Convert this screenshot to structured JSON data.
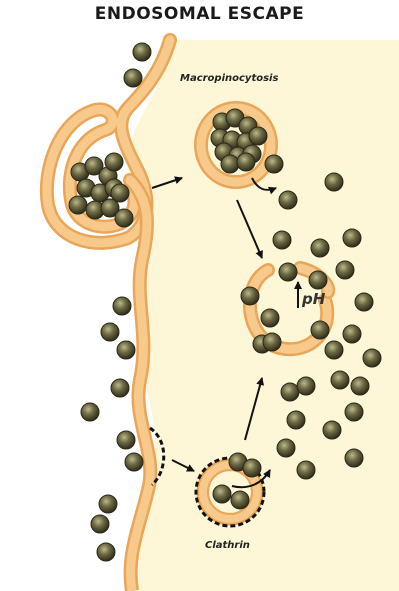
{
  "title": "ENDOSOMAL ESCAPE",
  "labels": {
    "macropinocytosis": "Macropinocytosis",
    "clathrin": "Clathrin",
    "ph": "pH"
  },
  "colors": {
    "cytoplasm": "#fdf7d8",
    "membrane": "#f7c98a",
    "membrane_edge": "#e9a658",
    "particle": "#4c4a2e",
    "arrow": "#111111"
  },
  "icons": [
    "nanoparticle-icon",
    "arrow-icon",
    "clathrin-coat-icon"
  ]
}
